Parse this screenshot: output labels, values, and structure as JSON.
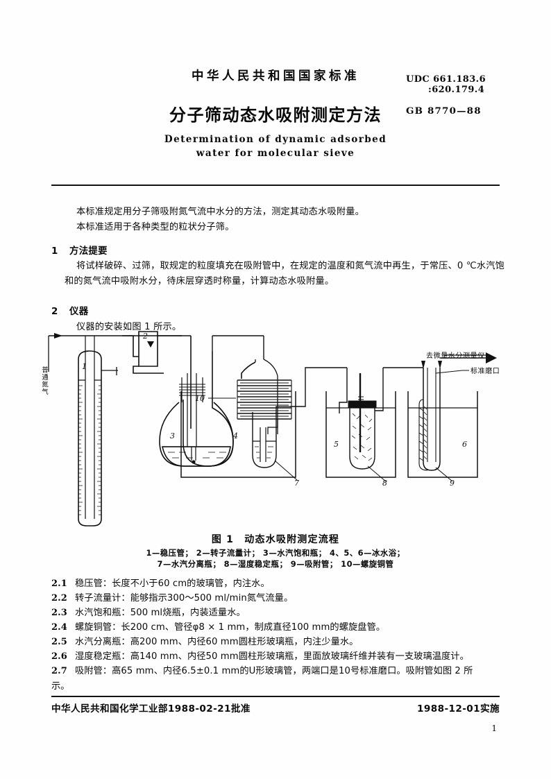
{
  "header": {
    "national_standard": "中华人民共和国国家标准",
    "title_cn": "分子筛动态水吸附测定方法",
    "title_en_line1": "Determination of dynamic adsorbed",
    "title_en_line2": "water for molecular sieve",
    "udc_line1": "UDC 661.183.6",
    "udc_line2": ":620.179.4",
    "standard_no": "GB 8770—88"
  },
  "intro": {
    "line1": "本标准规定用分子筛吸附氮气流中水分的方法，测定其动态水吸附量。",
    "line2": "本标准适用于各种类型的粒状分子筛。"
  },
  "sections": {
    "s1_num": "1",
    "s1_title": "方法提要",
    "s1_body": "将试样破碎、过筛，取规定的粒度填充在吸附管中，在规定的温度和氮气流中再生，于常压、0 ℃水汽饱和的氮气流中吸附水分，待床层穿透时称量，计算动态水吸附量。",
    "s2_num": "2",
    "s2_title": "仪器",
    "s2_body": "仪器的安装如图 1 所示。"
  },
  "figure": {
    "caption": "图 1　动态水吸附测定流程",
    "key_line1": "1—稳压管； 2—转子流量计； 3—水汽饱和瓶； 4、5、6—冰水浴；",
    "key_line2": "7—水汽分离瓶； 8—湿度稳定瓶； 9—吸附管； 10—螺旋铜管",
    "label_inlet": "普通氮气",
    "label_outlet": "去微量水分测量仪",
    "label_joint": "标准磨口",
    "callouts": {
      "c1": "1",
      "c2": "2",
      "c3": "3",
      "c4": "4",
      "c5": "5",
      "c6": "6",
      "c7": "7",
      "c8": "8",
      "c9": "9",
      "c10": "10"
    }
  },
  "items": [
    {
      "num": "2.1",
      "text": "稳压管：长度不小于60 cm的玻璃管，内注水。"
    },
    {
      "num": "2.2",
      "text": "转子流量计：能够指示300～500 ml/min氮气流量。"
    },
    {
      "num": "2.3",
      "text": "水汽饱和瓶：500 ml烧瓶，内装适量水。"
    },
    {
      "num": "2.4",
      "text": "螺旋铜管：长200 cm、管径φ8 × 1 mm，制成直径100 mm的螺旋盘管。"
    },
    {
      "num": "2.5",
      "text": "水汽分离瓶：高200 mm、内径60 mm圆柱形玻璃瓶，内注少量水。"
    },
    {
      "num": "2.6",
      "text": "湿度稳定瓶：高140 mm、内径50 mm圆柱形玻璃瓶，里面放玻璃纤维并装有一支玻璃温度计。"
    },
    {
      "num": "2.7",
      "text": "吸附管：高65 mm、内径6.5±0.1 mm的U形玻璃管，两端口是10号标准磨口。吸附管如图 2 所"
    },
    {
      "num": "",
      "text": "示。"
    }
  ],
  "footer": {
    "approval": "中华人民共和国化学工业部1988-02-21批准",
    "implementation": "1988-12-01实施",
    "page_number": "1"
  }
}
